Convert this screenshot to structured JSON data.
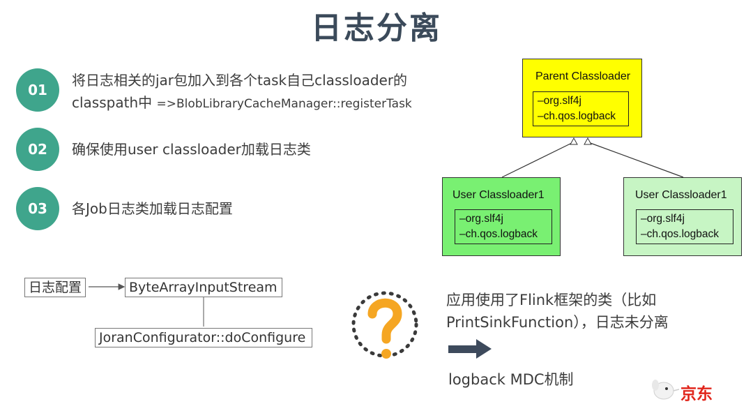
{
  "title": "日志分离",
  "items": [
    {
      "num": "01",
      "line1": "将日志相关的jar包加入到各个task自己classloader的",
      "line2_main": "classpath中",
      "line2_sub": "=>BlobLibraryCacheManager::registerTask"
    },
    {
      "num": "02",
      "text": "确保使用user classloader加载日志类"
    },
    {
      "num": "03",
      "text": "各Job日志类加载日志配置"
    }
  ],
  "diagram": {
    "parent": {
      "label": "Parent Classloader",
      "libs": [
        "–org.slf4j",
        "–ch.qos.logback"
      ],
      "color": "#ffff00"
    },
    "user_left": {
      "label": "User Classloader1",
      "libs": [
        "–org.slf4j",
        "–ch.qos.logback"
      ],
      "color": "#79f072"
    },
    "user_right": {
      "label": "User Classloader1",
      "libs": [
        "–org.slf4j",
        "–ch.qos.logback"
      ],
      "color": "#c7f5c4"
    }
  },
  "flow": {
    "log_config": "日志配置",
    "stream": "ByteArrayInputStream",
    "configurator": "JoranConfigurator::doConfigure"
  },
  "question": {
    "icon": "question-mark-icon",
    "line1": "应用使用了Flink框架的类（比如",
    "line2": "PrintSinkFunction），日志未分离",
    "arrow_icon": "right-arrow-icon",
    "answer": "logback MDC机制"
  },
  "logo": {
    "text": "京东",
    "icon": "jd-dog-icon"
  }
}
